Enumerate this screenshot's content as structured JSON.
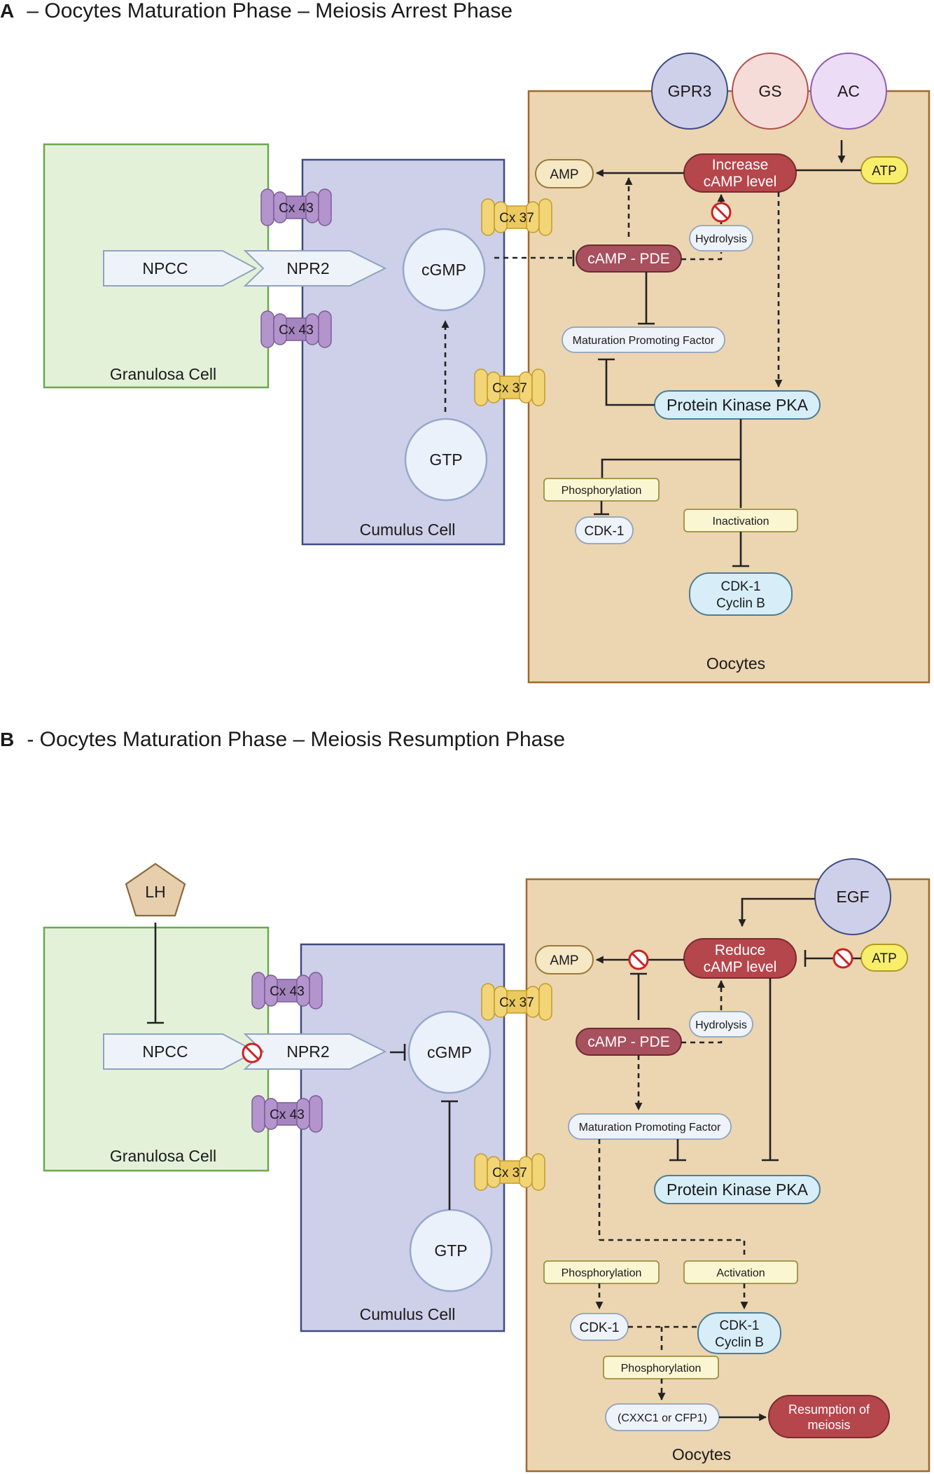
{
  "panel_a": {
    "letter": "A",
    "title": " – Oocytes Maturation Phase – Meiosis Arrest Phase",
    "granulosa_cell": "Granulosa Cell",
    "cumulus_cell": "Cumulus Cell",
    "oocytes": "Oocytes",
    "npcc": "NPCC",
    "npr2": "NPR2",
    "cx43_top": "Cx 43",
    "cx43_bottom": "Cx 43",
    "cx37_top": "Cx 37",
    "cx37_bottom": "Cx 37",
    "cgmp": "cGMP",
    "gtp": "GTP",
    "gpr3": "GPR3",
    "gs": "GS",
    "ac": "AC",
    "atp": "ATP",
    "amp": "AMP",
    "camp_line1": "Increase",
    "camp_line2": "cAMP level",
    "hydrolysis": "Hydrolysis",
    "camp_pde": "cAMP - PDE",
    "mpf": "Maturation Promoting Factor",
    "pka": "Protein Kinase PKA",
    "phosphorylation": "Phosphorylation",
    "cdk1": "CDK-1",
    "inactivation": "Inactivation",
    "cdk1_cyclin_line1": "CDK-1",
    "cdk1_cyclin_line2": "Cyclin B"
  },
  "panel_b": {
    "letter": "B",
    "title": " - Oocytes Maturation Phase – Meiosis Resumption Phase",
    "lh": "LH",
    "granulosa_cell": "Granulosa Cell",
    "cumulus_cell": "Cumulus Cell",
    "oocytes": "Oocytes",
    "npcc": "NPCC",
    "npr2": "NPR2",
    "cx43_top": "Cx 43",
    "cx43_bottom": "Cx 43",
    "cx37_top": "Cx 37",
    "cx37_bottom": "Cx 37",
    "cgmp": "cGMP",
    "gtp": "GTP",
    "egf": "EGF",
    "atp": "ATP",
    "amp": "AMP",
    "camp_line1": "Reduce",
    "camp_line2": "cAMP level",
    "hydrolysis": "Hydrolysis",
    "camp_pde": "cAMP - PDE",
    "mpf": "Maturation Promoting Factor",
    "pka": "Protein Kinase PKA",
    "phosphorylation_left": "Phosphorylation",
    "activation": "Activation",
    "cdk1": "CDK-1",
    "cdk1_cyclin_line1": "CDK-1",
    "cdk1_cyclin_line2": "Cyclin B",
    "phosphorylation_bottom": "Phosphorylation",
    "cxxc1": "(CXXC1 or CFP1)",
    "resumption_line1": "Resumption of",
    "resumption_line2": "meiosis"
  },
  "colors": {
    "granulosa_fill": "#e4f1d9",
    "granulosa_stroke": "#6aa84f",
    "cumulus_fill": "#cdd0e8",
    "cumulus_stroke": "#3f4b84",
    "oocyte_fill": "#ecd5b1",
    "oocyte_stroke": "#a0682f",
    "camp_fill": "#b5464c",
    "pde_fill": "#a8505e",
    "connexin43": "#a585c0",
    "connexin37": "#ecc95e",
    "atp_fill": "#f8ee6c",
    "label_yellow": "#fbf6d2",
    "pka_fill": "#d7eef9"
  }
}
